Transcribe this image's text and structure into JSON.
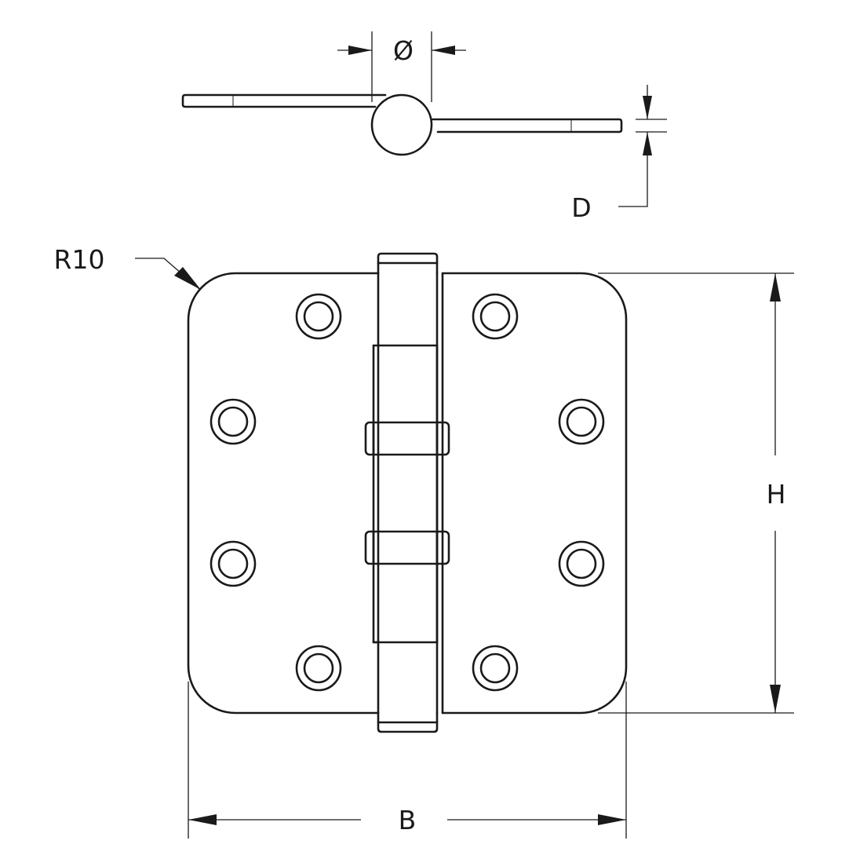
{
  "labels": {
    "diameter": "Ø",
    "thickness": "D",
    "radius": "R10",
    "height": "H",
    "width": "B"
  },
  "colors": {
    "line": "#1a1a1a",
    "background": "#ffffff"
  }
}
